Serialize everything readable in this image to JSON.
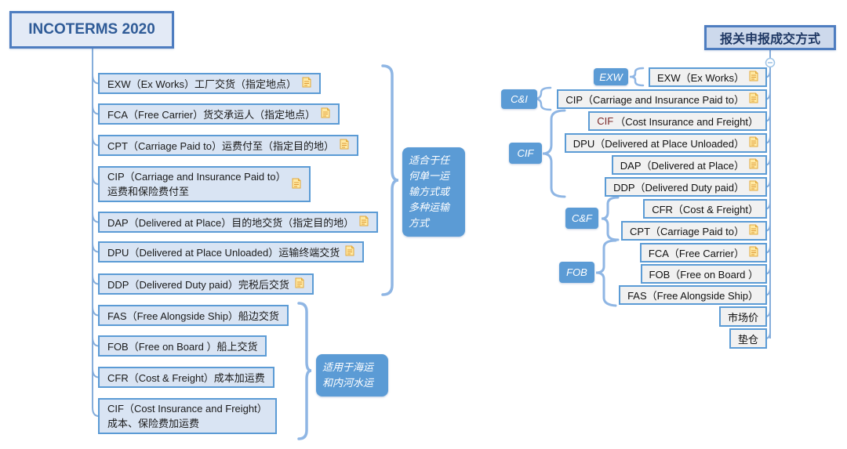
{
  "left": {
    "root": "INCOTERMS 2020",
    "items": [
      {
        "label": "EXW（Ex Works）工厂交货（指定地点）",
        "note": true
      },
      {
        "label": "FCA（Free Carrier）货交承运人（指定地点）",
        "note": true
      },
      {
        "label": "CPT（Carriage Paid to）运费付至（指定目的地）",
        "note": true
      },
      {
        "label": "CIP（Carriage and Insurance Paid to）",
        "label2": "运费和保险费付至",
        "note": true
      },
      {
        "label": "DAP（Delivered at Place）目的地交货（指定目的地）",
        "note": true
      },
      {
        "label": "DPU（Delivered at Place Unloaded）运输终端交货",
        "note": true
      },
      {
        "label": "DDP（Delivered Duty paid）完税后交货",
        "note": true
      },
      {
        "label": "FAS（Free Alongside Ship）船边交货",
        "note": false
      },
      {
        "label": "FOB（Free on Board ）船上交货",
        "note": false
      },
      {
        "label": "CFR（Cost & Freight）成本加运费",
        "note": false
      },
      {
        "label": "CIF（Cost Insurance and Freight）",
        "label2": "成本、保险费加运费",
        "note": false
      }
    ],
    "callouts": {
      "multimodal": "适合于任何单一运输方式或多种运输方式",
      "sea": "适用于海运和内河水运"
    }
  },
  "right": {
    "root": "报关申报成交方式",
    "group_labels": [
      "EXW",
      "C&I",
      "CIF",
      "C&F",
      "FOB"
    ],
    "items": [
      {
        "label": "EXW（Ex Works）",
        "note": true
      },
      {
        "label": "CIP（Carriage and Insurance Paid to）",
        "note": true
      },
      {
        "prefix": "CIF",
        "label": "（Cost Insurance and Freight）",
        "note": false
      },
      {
        "label": "DPU（Delivered at Place Unloaded）",
        "note": true
      },
      {
        "label": "DAP（Delivered at Place）",
        "note": true
      },
      {
        "label": "DDP（Delivered Duty paid）",
        "note": true
      },
      {
        "label": "CFR（Cost & Freight）",
        "note": false
      },
      {
        "label": "CPT（Carriage Paid to）",
        "note": true
      },
      {
        "label": "FCA（Free Carrier）",
        "note": true
      },
      {
        "label": "FOB（Free on Board ）",
        "note": false
      },
      {
        "label": "FAS（Free Alongside Ship）",
        "note": false
      },
      {
        "label": "市场价",
        "note": false
      },
      {
        "label": "垫仓",
        "note": false
      }
    ]
  },
  "icons": {
    "note": "note-icon",
    "collapse": "collapse-minus-icon"
  },
  "colors": {
    "accent": "#5B9BD5",
    "root_border": "#4E7DC0",
    "line": "#85ADDB",
    "left_fill": "#D9E4F3",
    "right_fill": "#F1F1F1",
    "cif_prefix_red": "#7B2A2A"
  }
}
